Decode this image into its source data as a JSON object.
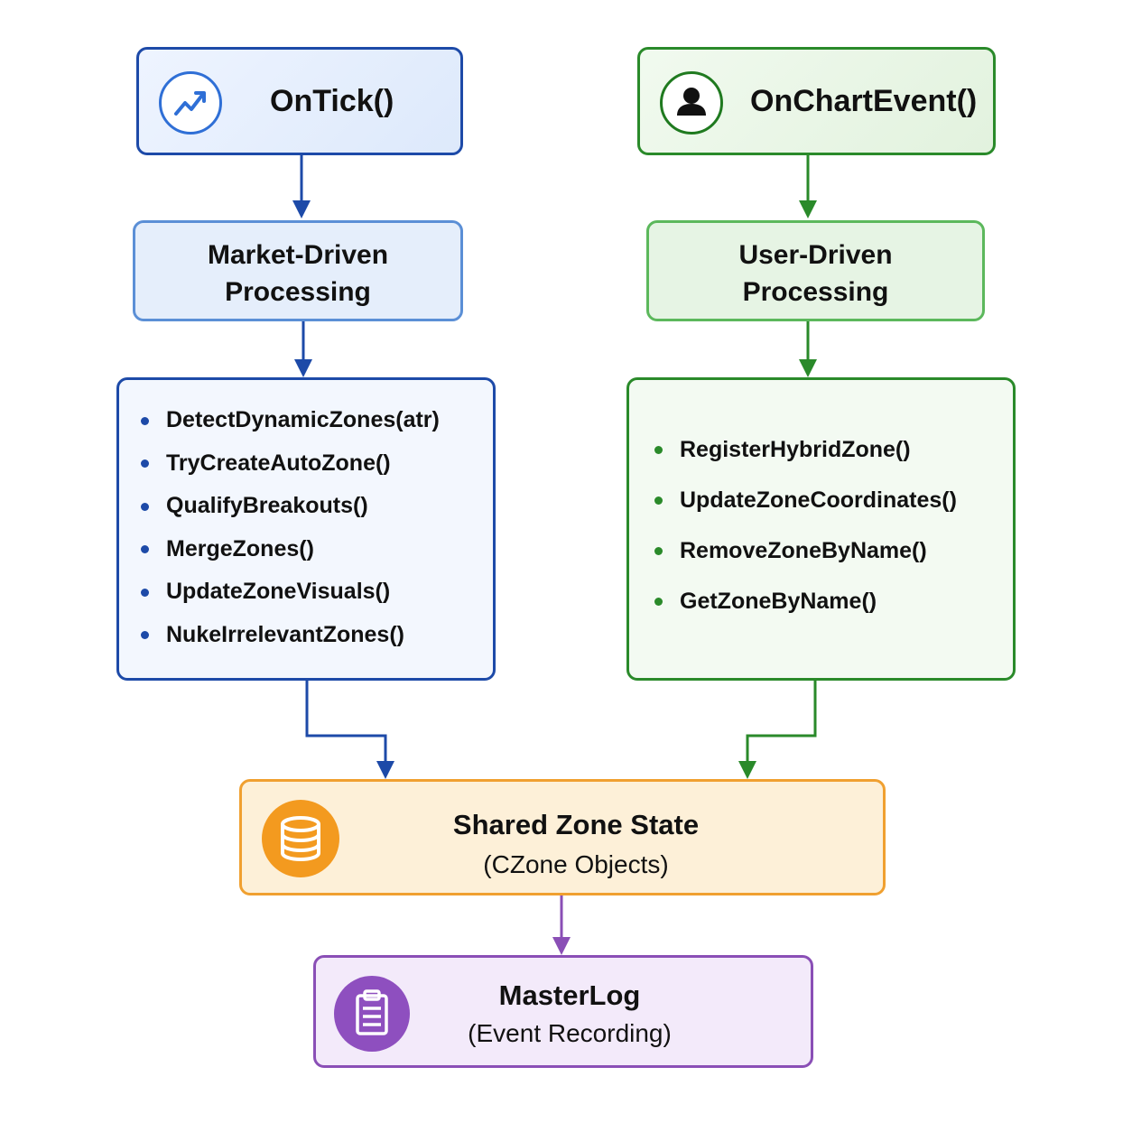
{
  "left": {
    "trigger": {
      "label": "OnTick()",
      "icon": "trend-up-icon"
    },
    "stage": {
      "line1": "Market-Driven",
      "line2": "Processing"
    },
    "functions": [
      "DetectDynamicZones(atr)",
      "TryCreateAutoZone()",
      "QualifyBreakouts()",
      "MergeZones()",
      "UpdateZoneVisuals()",
      "NukeIrrelevantZones()"
    ],
    "color": "#1d4aa8"
  },
  "right": {
    "trigger": {
      "label": "OnChartEvent()",
      "icon": "user-icon"
    },
    "stage": {
      "line1": "User-Driven",
      "line2": "Processing"
    },
    "functions": [
      "RegisterHybridZone()",
      "UpdateZoneCoordinates()",
      "RemoveZoneByName()",
      "GetZoneByName()"
    ],
    "color": "#2a8a2a"
  },
  "shared": {
    "title": "Shared Zone State",
    "subtitle": "(CZone Objects)",
    "icon": "database-icon",
    "color": "#f0a030"
  },
  "log": {
    "title": "MasterLog",
    "subtitle": "(Event Recording)",
    "icon": "clipboard-icon",
    "color": "#8a4fb6"
  }
}
